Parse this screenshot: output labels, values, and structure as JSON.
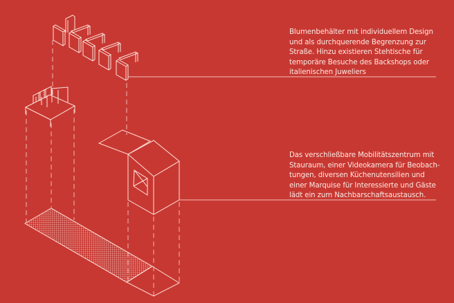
{
  "annotations": [
    {
      "lines": [
        "Blumenbehälter mit individuellem Design",
        "und als durchquerende Begrenzung zur",
        "Straße. Hinzu existieren Stehtische für",
        "temporäre Besuche des Backshops oder",
        "italienischen Juweliers"
      ]
    },
    {
      "lines": [
        "Das verschließbare Mobilitätszentrum mit",
        "Stauraum, einer Videokamera für Beobach-",
        "tungen, diversen Küchenutensilien und",
        "einer Marquise für Interessierte und Gäste",
        "lädt ein zum Nachbarschaftsaustausch."
      ]
    }
  ],
  "colors": {
    "background": "#c83832",
    "line": "#fbe3dc"
  }
}
